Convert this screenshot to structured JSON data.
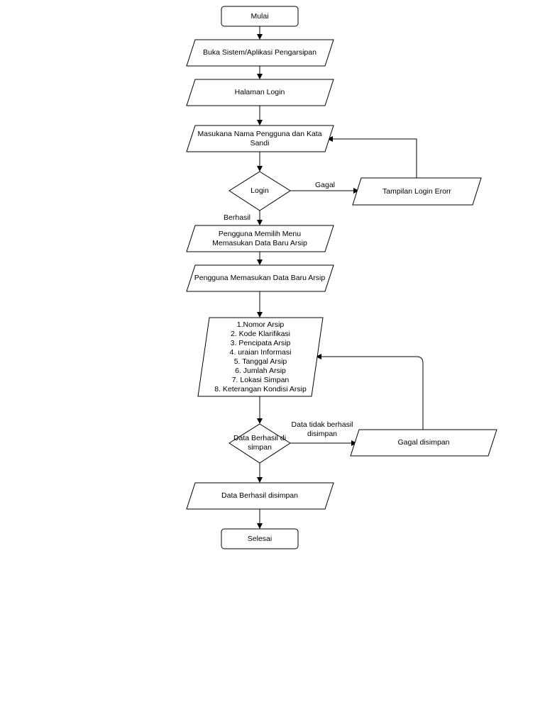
{
  "nodes": {
    "start": "Mulai",
    "open_system": "Buka Sistem/Aplikasi Pengarsipan",
    "login_page": "Halaman Login",
    "input_credentials": "Masukana Nama Pengguna dan Kata Sandi",
    "login_decision": "Login",
    "login_error": "Tampilan Login Erorr",
    "choose_menu": "Pengguna Memilih Menu Memasukan  Data Baru Arsip",
    "enter_data": "Pengguna Memasukan Data Baru Arsip",
    "fields": [
      "1.Nomor Arsip",
      "2. Kode Klarifikasi",
      "3. Pencipata Arsip",
      "4. uraian Informasi",
      "5. Tanggal Arsip",
      "6. Jumlah Arsip",
      "7. Lokasi Simpan",
      "8. Keterangan Kondisi Arsip"
    ],
    "save_decision": "Data Berhasil di simpan",
    "save_failed": "Gagal disimpan",
    "save_success": "Data Berhasil disimpan",
    "end": "Selesai"
  },
  "edges": {
    "login_fail": "Gagal",
    "login_ok": "Berhasil",
    "save_fail": "Data tidak berhasil disimpan"
  }
}
